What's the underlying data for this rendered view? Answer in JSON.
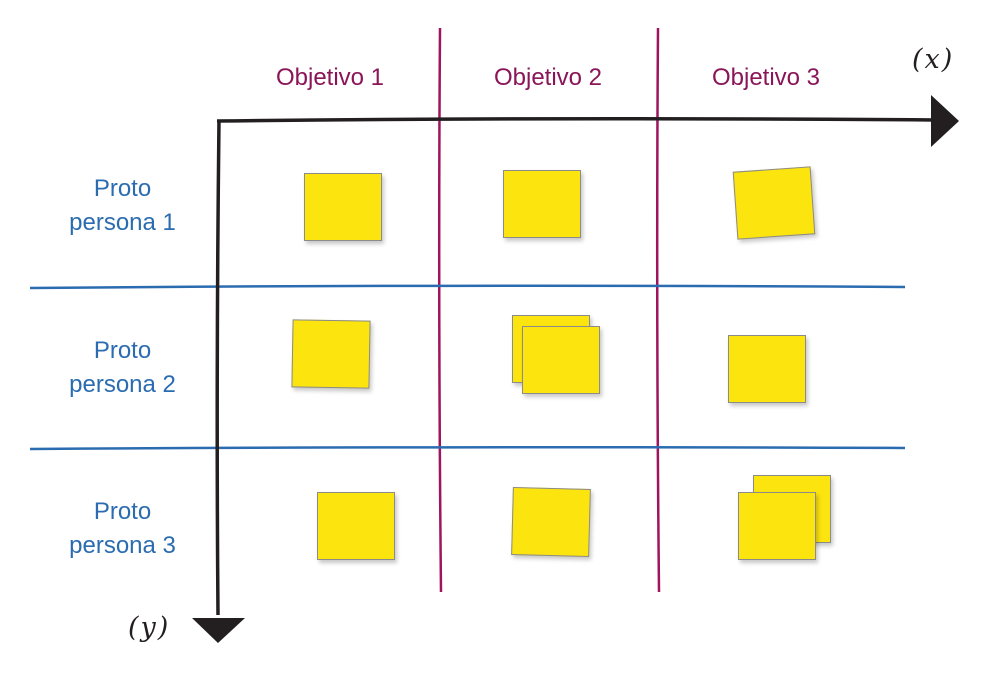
{
  "columns": [
    {
      "label": "Objetivo 1"
    },
    {
      "label": "Objetivo 2"
    },
    {
      "label": "Objetivo 3"
    }
  ],
  "rows": [
    {
      "line1": "Proto",
      "line2": "persona 1"
    },
    {
      "line1": "Proto",
      "line2": "persona 2"
    },
    {
      "line1": "Proto",
      "line2": "persona 3"
    }
  ],
  "axes": {
    "x_label": "(x)",
    "y_label": "(y)"
  },
  "colors": {
    "axis": "#231f20",
    "column_divider": "#a0145e",
    "row_divider": "#2b6cb0",
    "note_fill": "#fce40f"
  },
  "cells": [
    {
      "row": 1,
      "column": 1,
      "notes": 1
    },
    {
      "row": 1,
      "column": 2,
      "notes": 1
    },
    {
      "row": 1,
      "column": 3,
      "notes": 1
    },
    {
      "row": 2,
      "column": 1,
      "notes": 1
    },
    {
      "row": 2,
      "column": 2,
      "notes": 2
    },
    {
      "row": 2,
      "column": 3,
      "notes": 1
    },
    {
      "row": 3,
      "column": 1,
      "notes": 1
    },
    {
      "row": 3,
      "column": 2,
      "notes": 1
    },
    {
      "row": 3,
      "column": 3,
      "notes": 2
    }
  ]
}
